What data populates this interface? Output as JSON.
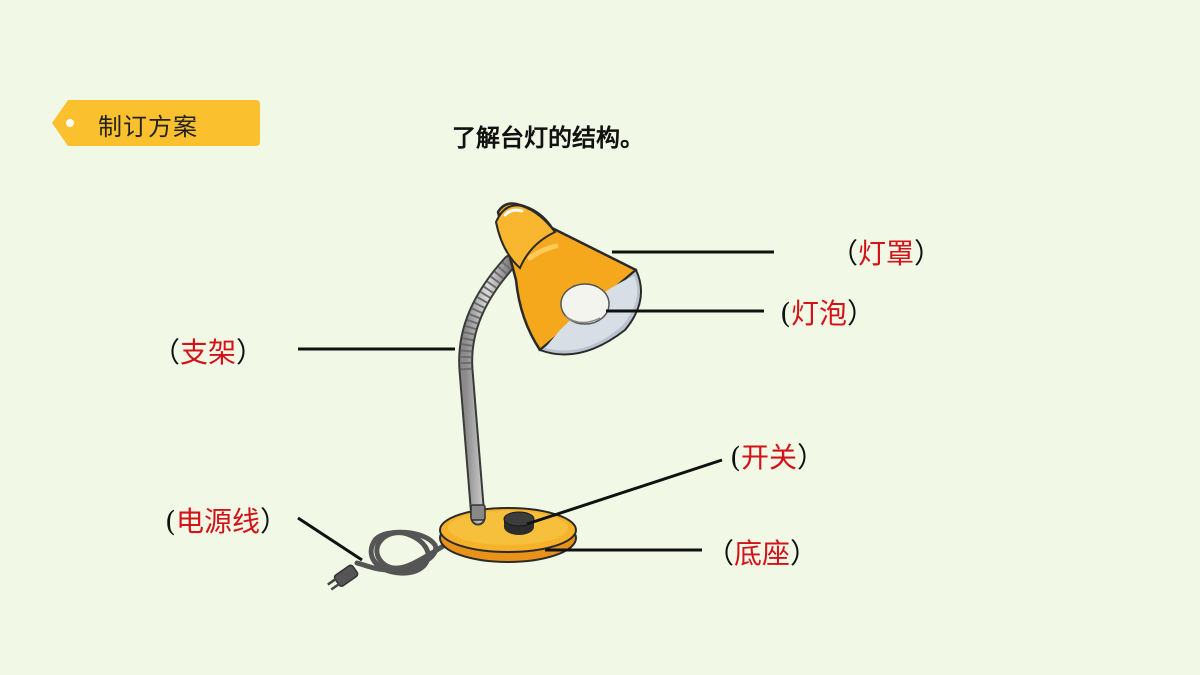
{
  "badge": {
    "label": "制订方案",
    "color": "#fbc02d"
  },
  "title": "了解台灯的结构。",
  "labels": {
    "shade": {
      "open": "（",
      "answer": "灯罩",
      "close": "）"
    },
    "bulb": {
      "open": "(",
      "answer": "灯泡",
      "close": "）"
    },
    "arm": {
      "open": "（",
      "answer": "支架",
      "close": "）"
    },
    "switch": {
      "open": "(",
      "answer": "开关",
      "close": "）"
    },
    "cord": {
      "open": "(",
      "answer": "电源线",
      "close": "）"
    },
    "base": {
      "open": "（",
      "answer": "底座",
      "close": "）"
    }
  },
  "colors": {
    "background": "#f1f9e6",
    "answer": "#d4121a",
    "lamp": "#f6a81c",
    "leader": "#111111"
  }
}
